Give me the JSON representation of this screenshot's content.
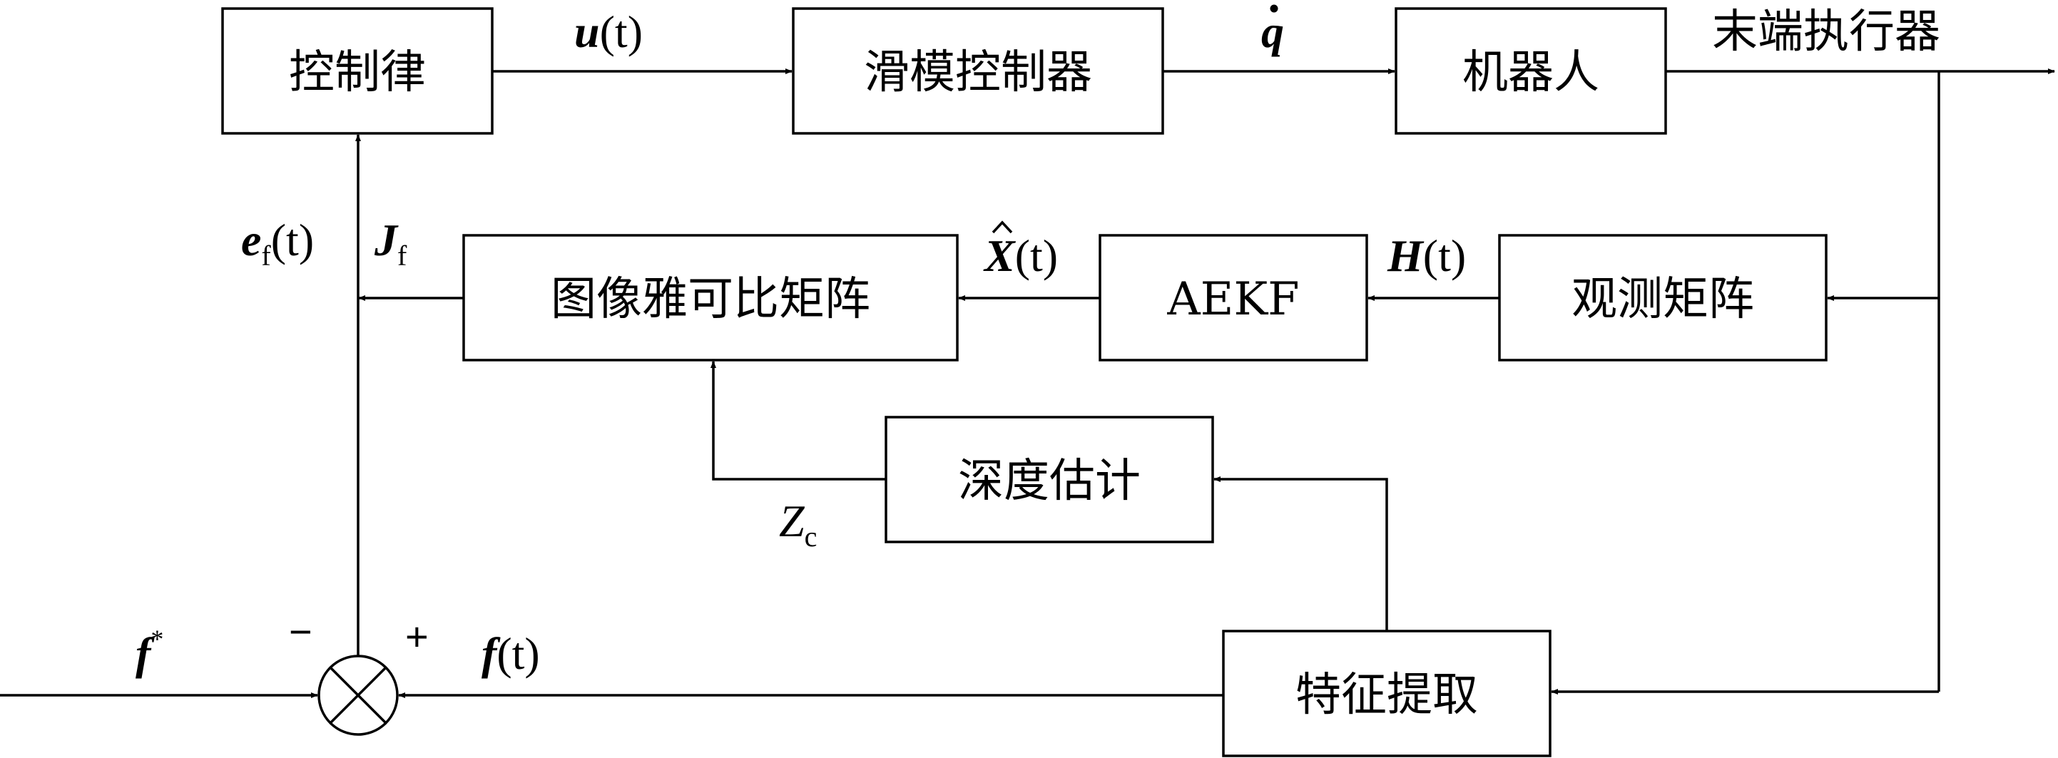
{
  "blocks": {
    "control_law": "控制律",
    "sliding_mode_controller": "滑模控制器",
    "robot": "机器人",
    "image_jacobian": "图像雅可比矩阵",
    "aekf": "AEKF",
    "observation_matrix": "观测矩阵",
    "depth_estimation": "深度估计",
    "feature_extraction": "特征提取"
  },
  "signals": {
    "u": "u",
    "u_arg": "(t)",
    "q_dot": "q",
    "end_effector": "末端执行器",
    "e_f": "e",
    "e_f_sub": "f",
    "e_f_arg": "(t)",
    "J_f": "J",
    "J_f_sub": "f",
    "X_hat": "X",
    "X_hat_arg": "(t)",
    "H": "H",
    "H_arg": "(t)",
    "Z_c": "Z",
    "Z_c_sub": "c",
    "f_star": "f",
    "f_star_sup": "*",
    "f_t": "f",
    "f_t_arg": "(t)"
  },
  "sum_junction": {
    "minus": "−",
    "plus": "+"
  }
}
